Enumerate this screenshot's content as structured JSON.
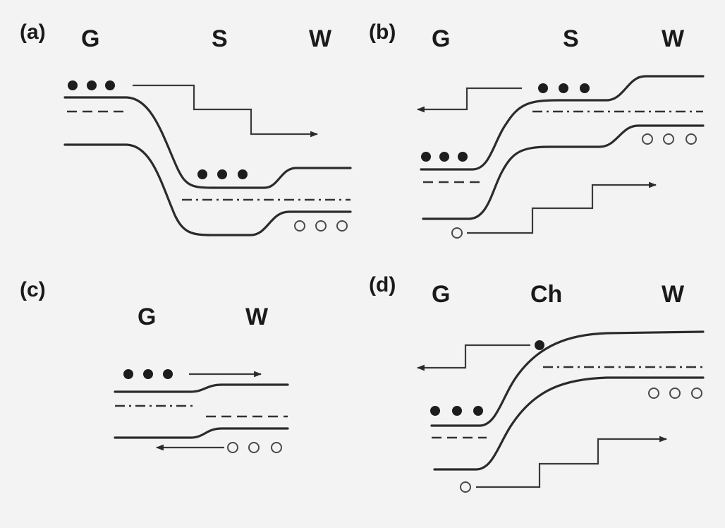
{
  "panels": [
    {
      "id": "a",
      "label": "(a)",
      "regions": [
        "G",
        "S",
        "W"
      ]
    },
    {
      "id": "b",
      "label": "(b)",
      "regions": [
        "G",
        "S",
        "W"
      ]
    },
    {
      "id": "c",
      "label": "(c)",
      "regions": [
        "G",
        "W"
      ]
    },
    {
      "id": "d",
      "label": "(d)",
      "regions": [
        "G",
        "Ch",
        "W"
      ]
    }
  ],
  "colors": {
    "line": "#2b2b2b",
    "background": "#f3f3f3"
  }
}
